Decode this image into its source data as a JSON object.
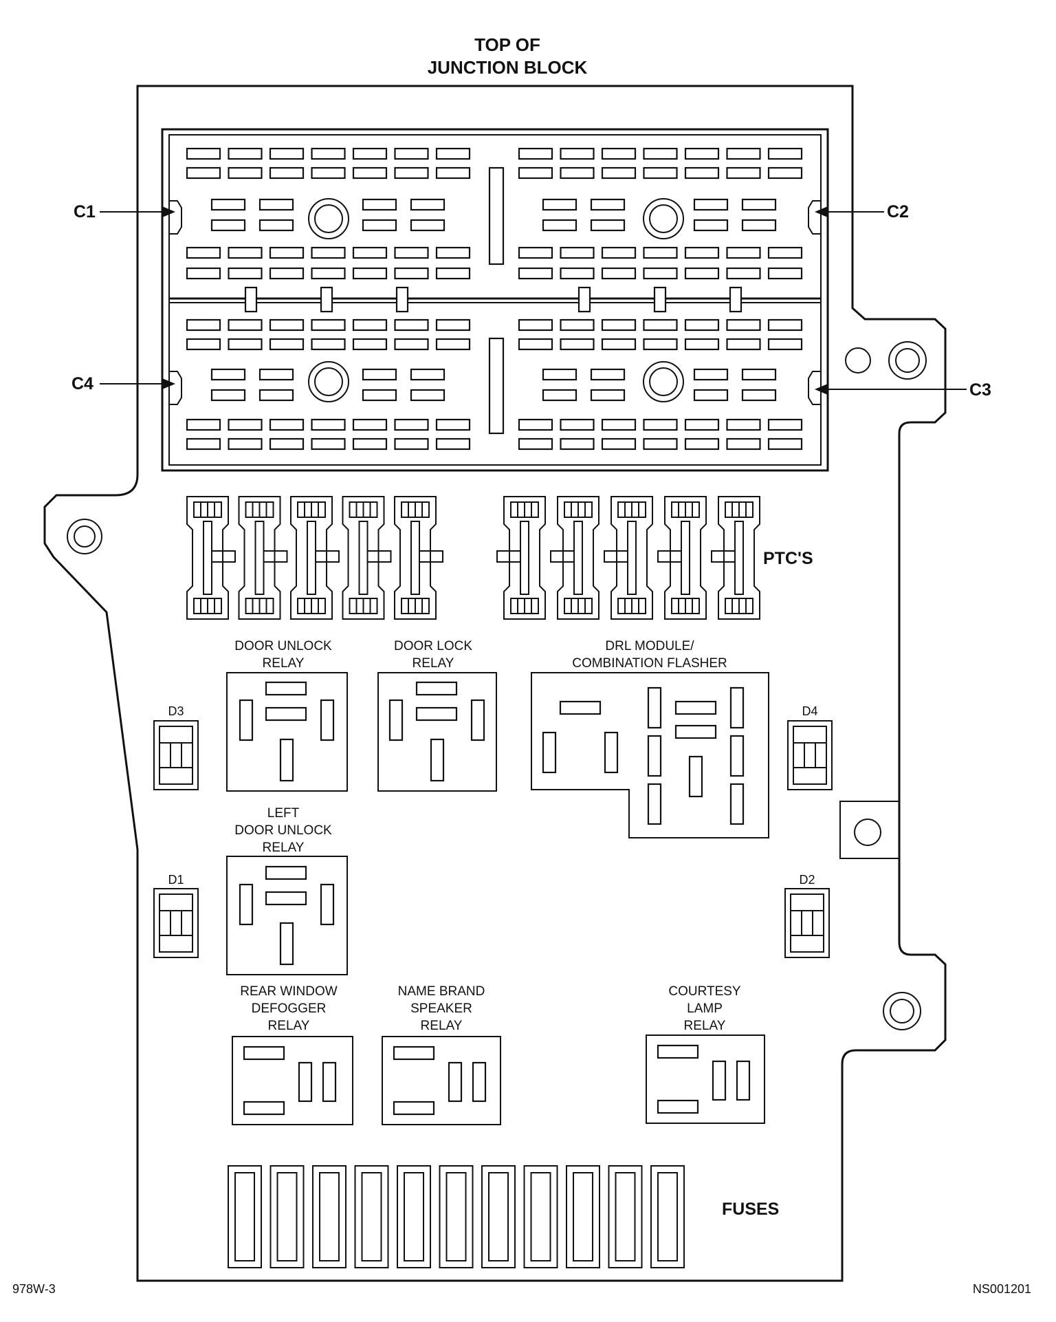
{
  "title": {
    "line1": "TOP OF",
    "line2": "JUNCTION BLOCK"
  },
  "connectors": {
    "c1": "C1",
    "c2": "C2",
    "c3": "C3",
    "c4": "C4"
  },
  "ptcs_label": "PTC'S",
  "relays": {
    "door_unlock": {
      "line1": "DOOR UNLOCK",
      "line2": "RELAY"
    },
    "door_lock": {
      "line1": "DOOR LOCK",
      "line2": "RELAY"
    },
    "drl_module": {
      "line1": "DRL MODULE/",
      "line2": "COMBINATION FLASHER"
    },
    "left_door_unlock": {
      "line1": "LEFT",
      "line2": "DOOR UNLOCK",
      "line3": "RELAY"
    },
    "rear_window_defogger": {
      "line1": "REAR WINDOW",
      "line2": "DEFOGGER",
      "line3": "RELAY"
    },
    "name_brand_speaker": {
      "line1": "NAME BRAND",
      "line2": "SPEAKER",
      "line3": "RELAY"
    },
    "courtesy_lamp": {
      "line1": "COURTESY",
      "line2": "LAMP",
      "line3": "RELAY"
    }
  },
  "diodes": {
    "d1": "D1",
    "d2": "D2",
    "d3": "D3",
    "d4": "D4"
  },
  "fuses_label": "FUSES",
  "fuse_count": 11,
  "ptc_count": 10,
  "footer": {
    "left_code": "978W-3",
    "right_code": "NS001201"
  }
}
